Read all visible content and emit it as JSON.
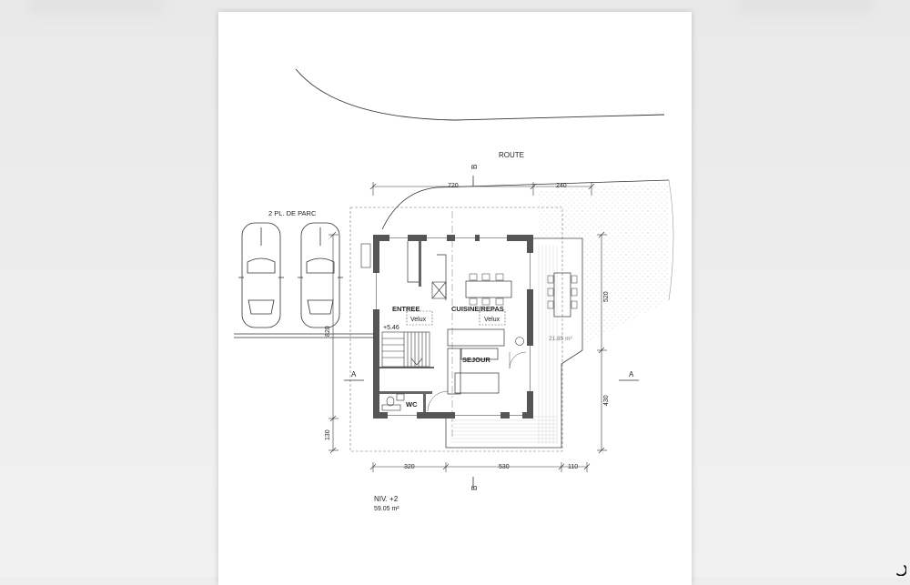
{
  "labels": {
    "road": "ROUTE",
    "parking": "2 PL. DE PARC",
    "entry": "ENTREE",
    "kitchen": "CUISINE/REPAS",
    "living": "SEJOUR",
    "wc": "WC",
    "velux_1": "Velux",
    "velux_2": "Velux",
    "elevation": "+5.46",
    "terrace_area": "21.85 m²",
    "level_name": "NIV. +2",
    "level_area": "59.05 m²"
  },
  "sections": {
    "a_left": "A",
    "a_right": "A",
    "b_top": "B",
    "b_bottom": "B"
  },
  "dimensions": {
    "top_720": "720",
    "top_240": "240",
    "left_820": "820",
    "left_130": "130",
    "right_520": "520",
    "right_430": "430",
    "bottom_320": "320",
    "bottom_530": "530",
    "bottom_110": "110"
  },
  "colors": {
    "wall": "#555555",
    "line": "#333333",
    "background": "#ededed",
    "sheet": "#ffffff"
  }
}
